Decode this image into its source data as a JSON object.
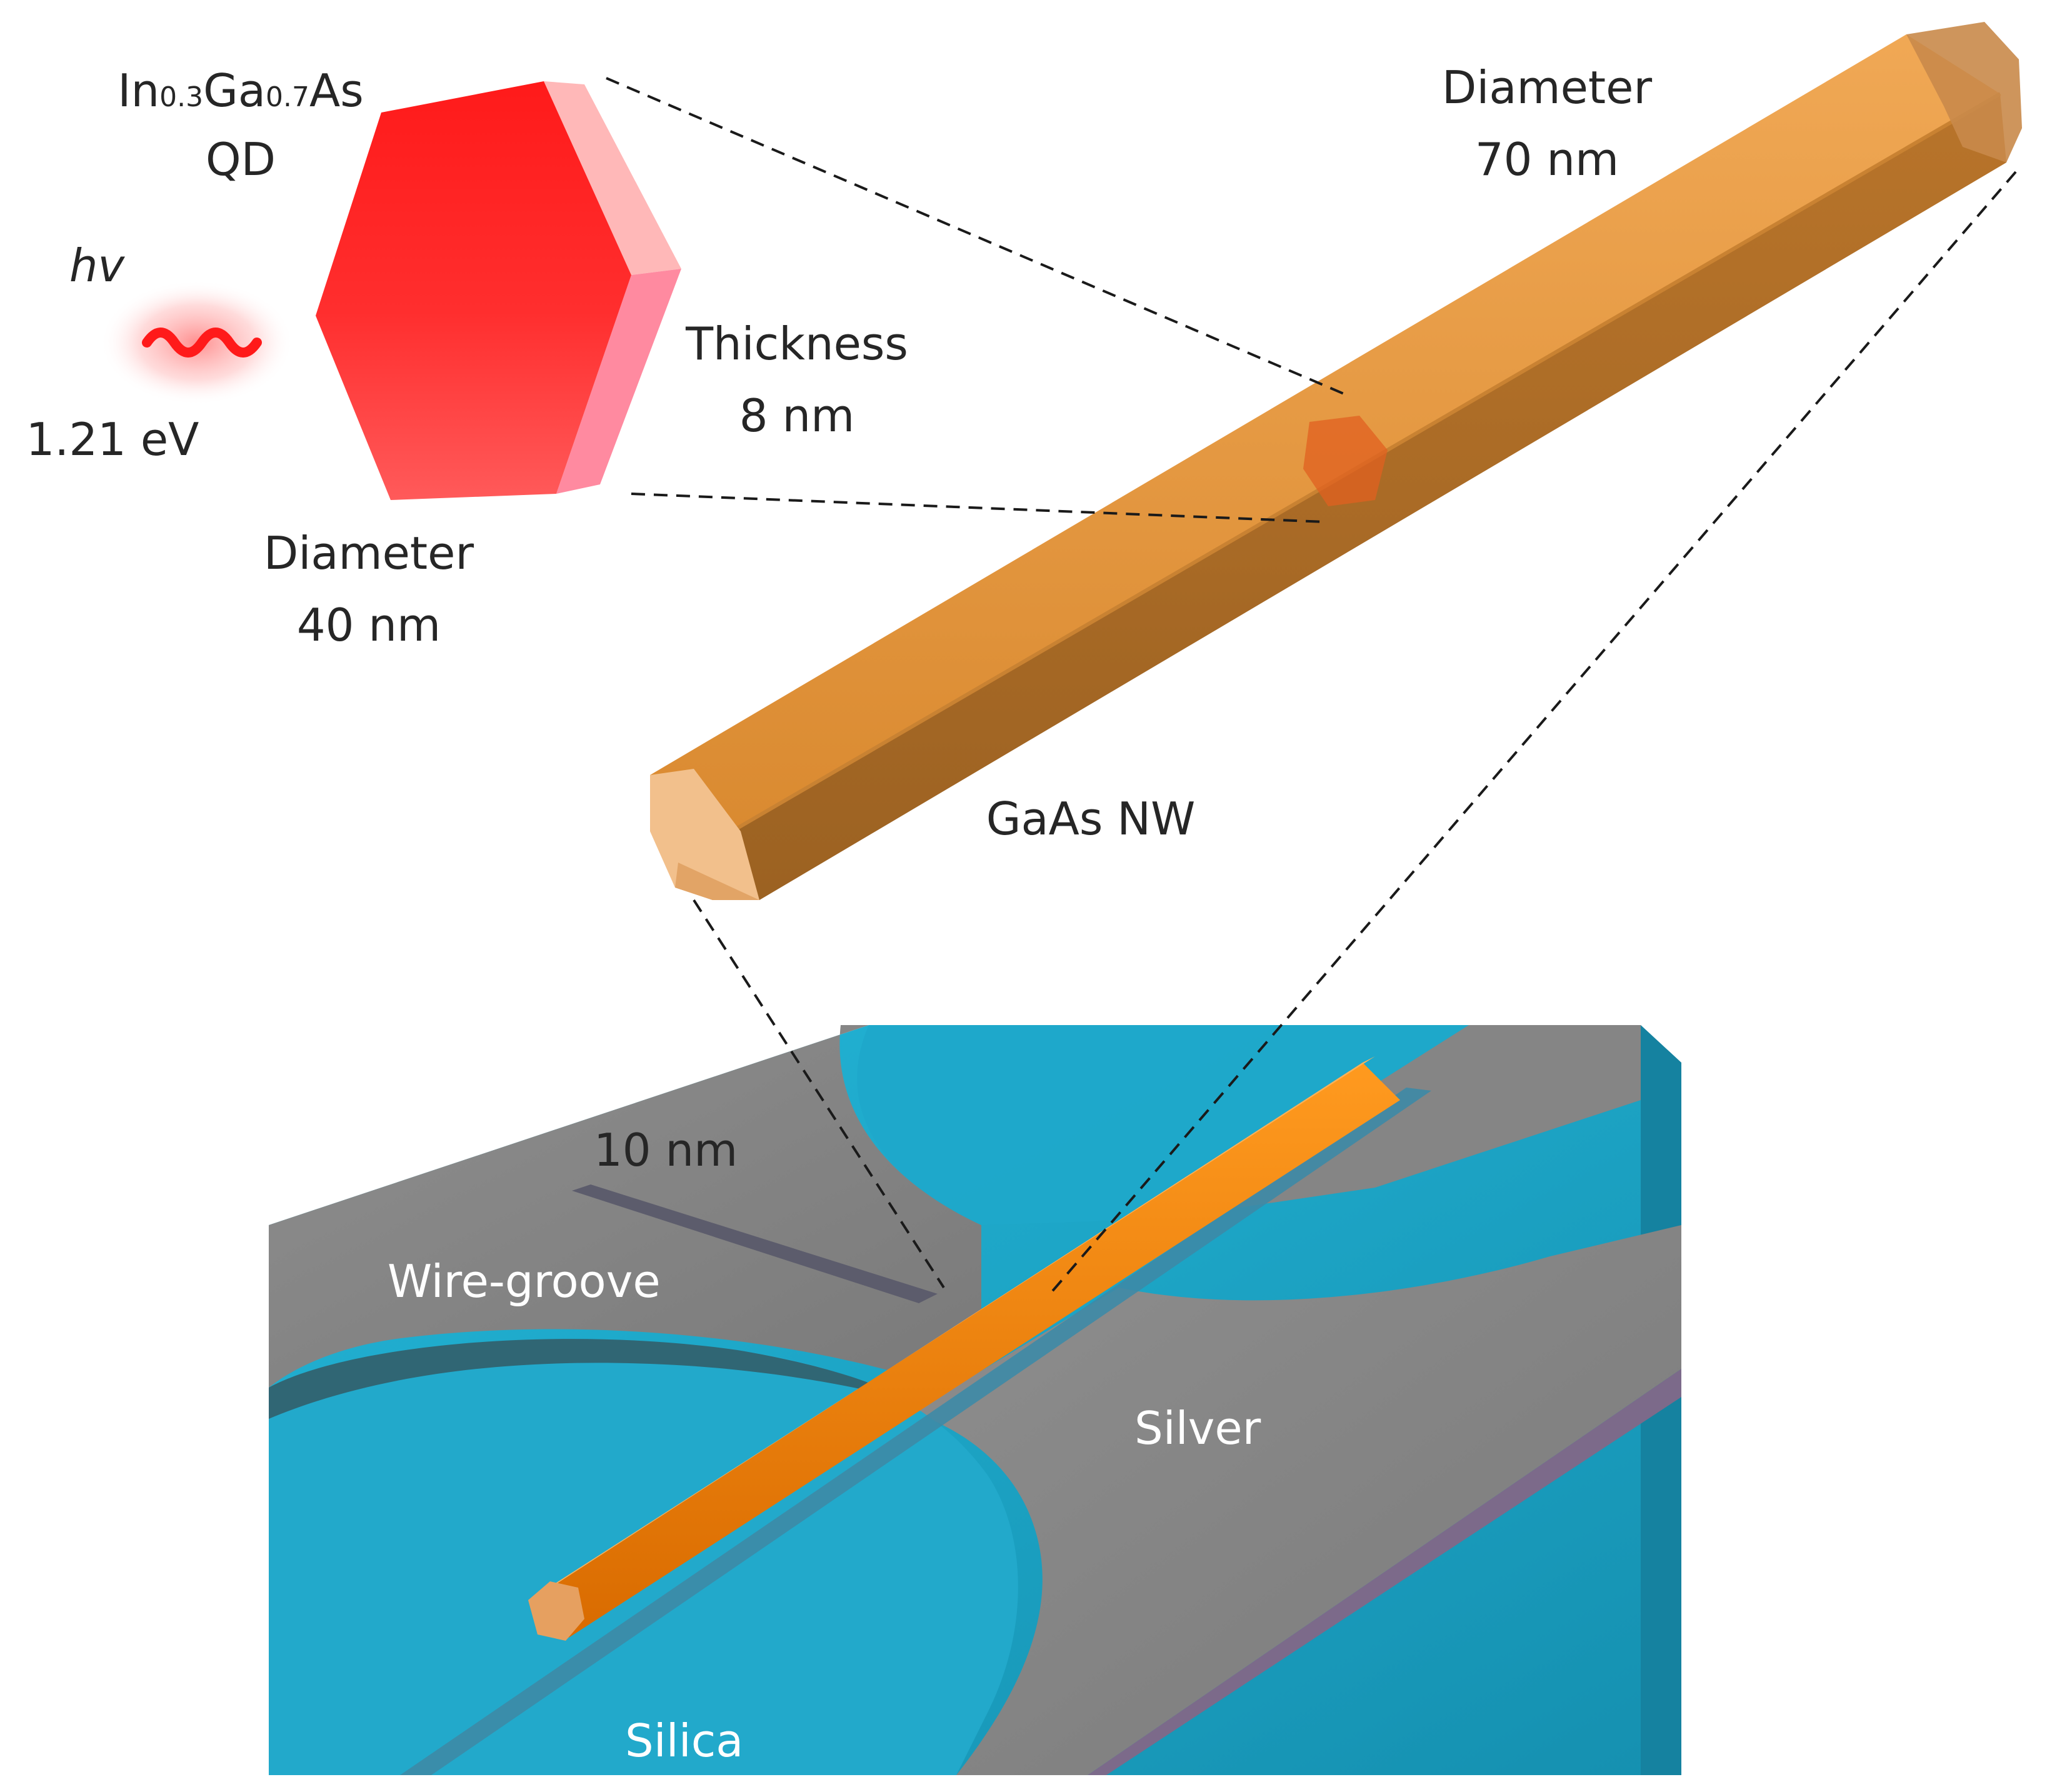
{
  "qd": {
    "label_line1": {
      "el1": "In",
      "sub1": "0.3",
      "el2": "Ga",
      "sub2": "0.7",
      "el3": "As"
    },
    "label_line2": "QD",
    "thickness_label": "Thickness",
    "thickness_value": "8 nm",
    "diameter_label": "Diameter",
    "diameter_value": "40 nm"
  },
  "photon": {
    "symbol": "hv",
    "energy": "1.21 eV"
  },
  "nanowire": {
    "diameter_label": "Diameter",
    "diameter_value": "70 nm",
    "name": "GaAs NW"
  },
  "substrate": {
    "gap_label": "10 nm",
    "groove_label": "Wire-groove",
    "metal_label": "Silver",
    "dielectric_label": "Silica"
  },
  "colors": {
    "qd_red": "#ff2a2a",
    "nanowire_orange": "#e8922e",
    "silver_gray": "#8c8c8c",
    "silica_cyan": "#1fa3c4"
  }
}
